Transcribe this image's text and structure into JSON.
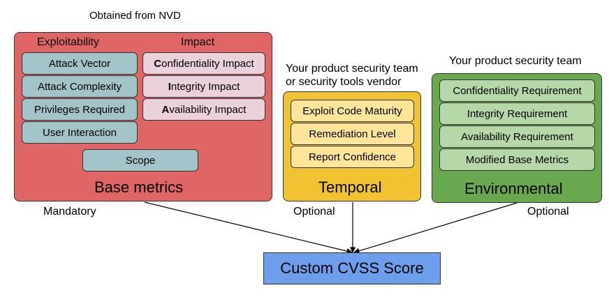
{
  "source_label": "Obtained from NVD",
  "base": {
    "exploitability_header": "Exploitability",
    "impact_header": "Impact",
    "exploitability_items": [
      "Attack Vector",
      "Attack Complexity",
      "Privileges Required",
      "User Interaction"
    ],
    "impact_items": [
      {
        "first": "C",
        "rest": "onfidentiality Impact"
      },
      {
        "first": "I",
        "rest": "ntegrity Impact"
      },
      {
        "first": "A",
        "rest": "vailability Impact"
      }
    ],
    "scope": "Scope",
    "title": "Base metrics",
    "requirement": "Mandatory"
  },
  "temporal": {
    "source_line1": "Your product security team",
    "source_line2": "or security tools vendor",
    "items": [
      "Exploit Code Maturity",
      "Remediation Level",
      "Report Confidence"
    ],
    "title": "Temporal",
    "requirement": "Optional"
  },
  "environmental": {
    "source": "Your product security team",
    "items": [
      "Confidentiality Requirement",
      "Integrity Requirement",
      "Availability Requirement",
      "Modified Base Metrics"
    ],
    "title": "Environmental",
    "requirement": "Optional"
  },
  "result": "Custom CVSS Score",
  "colors": {
    "base_panel": "#e06666",
    "temporal_panel": "#f1c232",
    "environmental_panel": "#6aa84f",
    "result_box": "#6d9eeb"
  }
}
